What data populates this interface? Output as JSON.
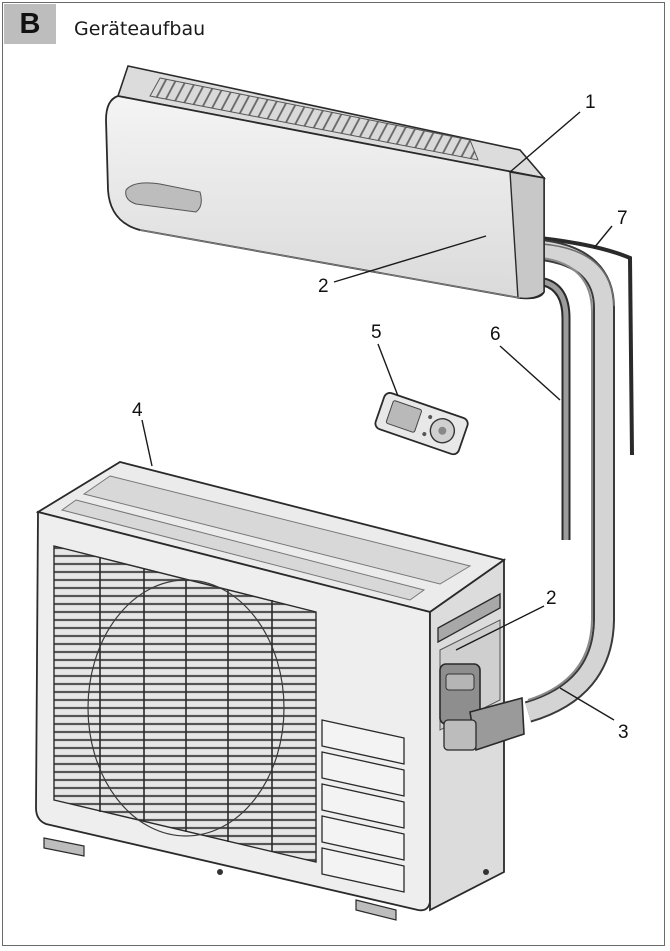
{
  "header": {
    "badge": "B",
    "title": "Geräteaufbau"
  },
  "callouts": [
    {
      "id": "1",
      "text": "1"
    },
    {
      "id": "2a",
      "text": "2"
    },
    {
      "id": "7",
      "text": "7"
    },
    {
      "id": "6",
      "text": "6"
    },
    {
      "id": "5",
      "text": "5"
    },
    {
      "id": "4",
      "text": "4"
    },
    {
      "id": "2b",
      "text": "2"
    },
    {
      "id": "3",
      "text": "3"
    }
  ],
  "colors": {
    "line": "#2a2a2a",
    "panel_light": "#ececec",
    "panel_mid": "#cfcfcf",
    "panel_dark": "#9a9a9a",
    "pipe": "#d0d0d0"
  }
}
